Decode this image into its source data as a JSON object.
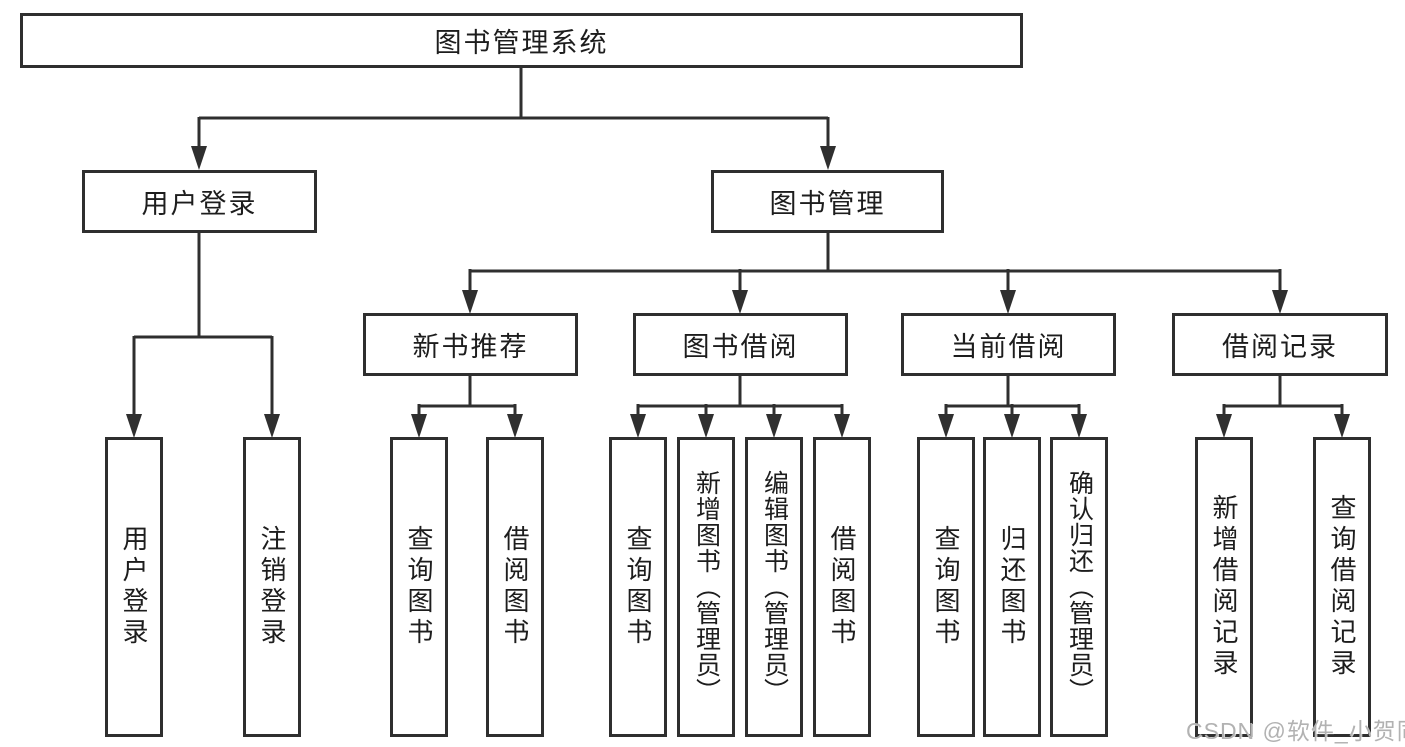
{
  "tree": {
    "root": {
      "label": "图书管理系统"
    },
    "branches": [
      {
        "label": "用户登录",
        "children": [
          {
            "label": "用户登录"
          },
          {
            "label": "注销登录"
          }
        ]
      },
      {
        "label": "图书管理",
        "children": [
          {
            "label": "新书推荐",
            "children": [
              {
                "label": "查询图书"
              },
              {
                "label": "借阅图书"
              }
            ]
          },
          {
            "label": "图书借阅",
            "children": [
              {
                "label": "查询图书"
              },
              {
                "label": "新增图书（管理员）"
              },
              {
                "label": "编辑图书（管理员）"
              },
              {
                "label": "借阅图书"
              }
            ]
          },
          {
            "label": "当前借阅",
            "children": [
              {
                "label": "查询图书"
              },
              {
                "label": "归还图书"
              },
              {
                "label": "确认归还（管理员）"
              }
            ]
          },
          {
            "label": "借阅记录",
            "children": [
              {
                "label": "新增借阅记录"
              },
              {
                "label": "查询借阅记录"
              }
            ]
          }
        ]
      }
    ]
  },
  "watermark": {
    "text": "CSDN @软件_小贺同学"
  },
  "colors": {
    "line": "#2f2f2f",
    "text": "#1d1d1d",
    "watermark": "#b2b2b2",
    "background": "#ffffff"
  }
}
